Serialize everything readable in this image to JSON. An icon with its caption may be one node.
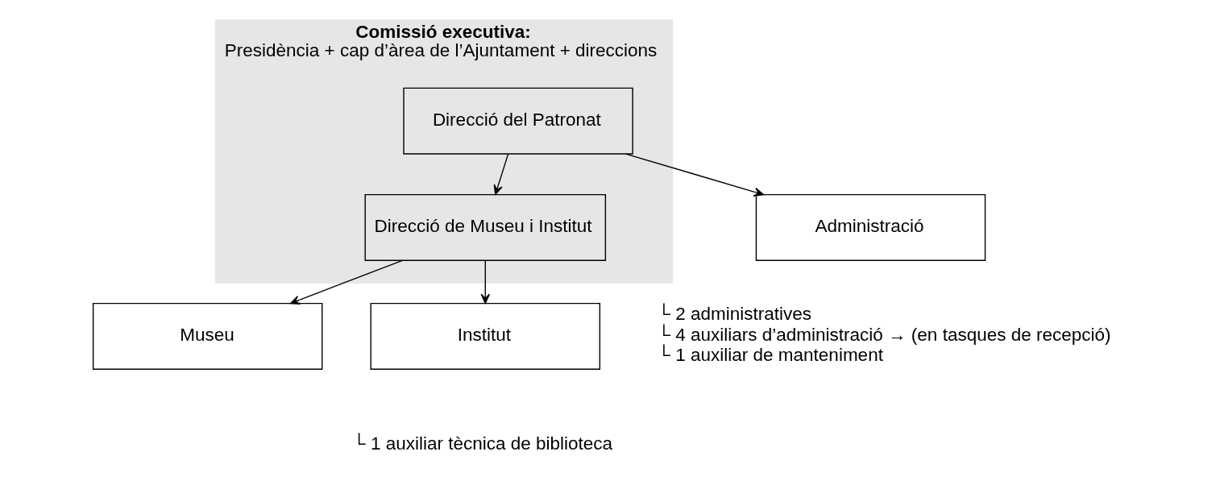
{
  "diagram": {
    "nodes": [
      {
        "text": [
          "Comissió executiva:",
          "Presidència + cap d’àrea de l’Ajuntament + direccions"
        ]
      },
      {
        "text": [
          "Direcció del Patronat"
        ],
        "in": 0
      },
      {
        "text": [
          "Direcció de Museu i Institut"
        ],
        "in": 0
      },
      {
        "text": [
          "Administració"
        ],
        "beside": [
          "└ 2 administratives",
          "└ 4 auxiliars d’administració → (en tasques de recepció)",
          "└ 1 auxiliar de manteniment"
        ]
      },
      {
        "text": [
          "Museu"
        ]
      },
      {
        "text": [
          "Institut"
        ],
        "beside": [
          "└ 1 auxiliar tècnica de biblioteca"
        ]
      }
    ],
    "edges": [
      {
        "from": 1,
        "to": 2,
        "arrow": "to"
      },
      {
        "from": 1,
        "to": 3,
        "arrow": "to"
      },
      {
        "from": 2,
        "to": 4,
        "arrow": "to"
      },
      {
        "from": 2,
        "to": 5,
        "arrow": "to"
      }
    ]
  }
}
